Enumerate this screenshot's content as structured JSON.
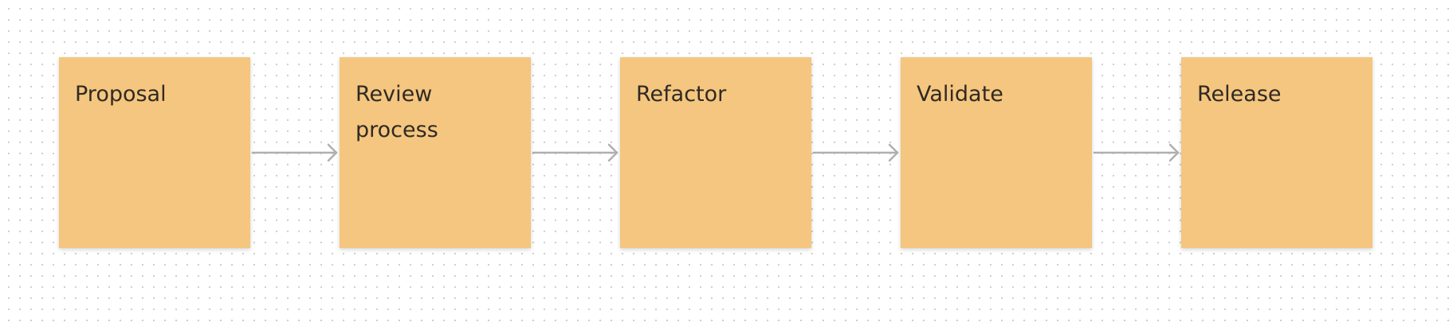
{
  "board": {
    "notes": [
      {
        "text": "Proposal"
      },
      {
        "text": "Review process"
      },
      {
        "text": "Refactor"
      },
      {
        "text": "Validate"
      },
      {
        "text": "Release"
      }
    ],
    "colors": {
      "note_fill": "#f5c67f",
      "note_text": "#2f2a24",
      "arrow": "#b0b0b0",
      "dot": "#cfcfcf"
    }
  }
}
